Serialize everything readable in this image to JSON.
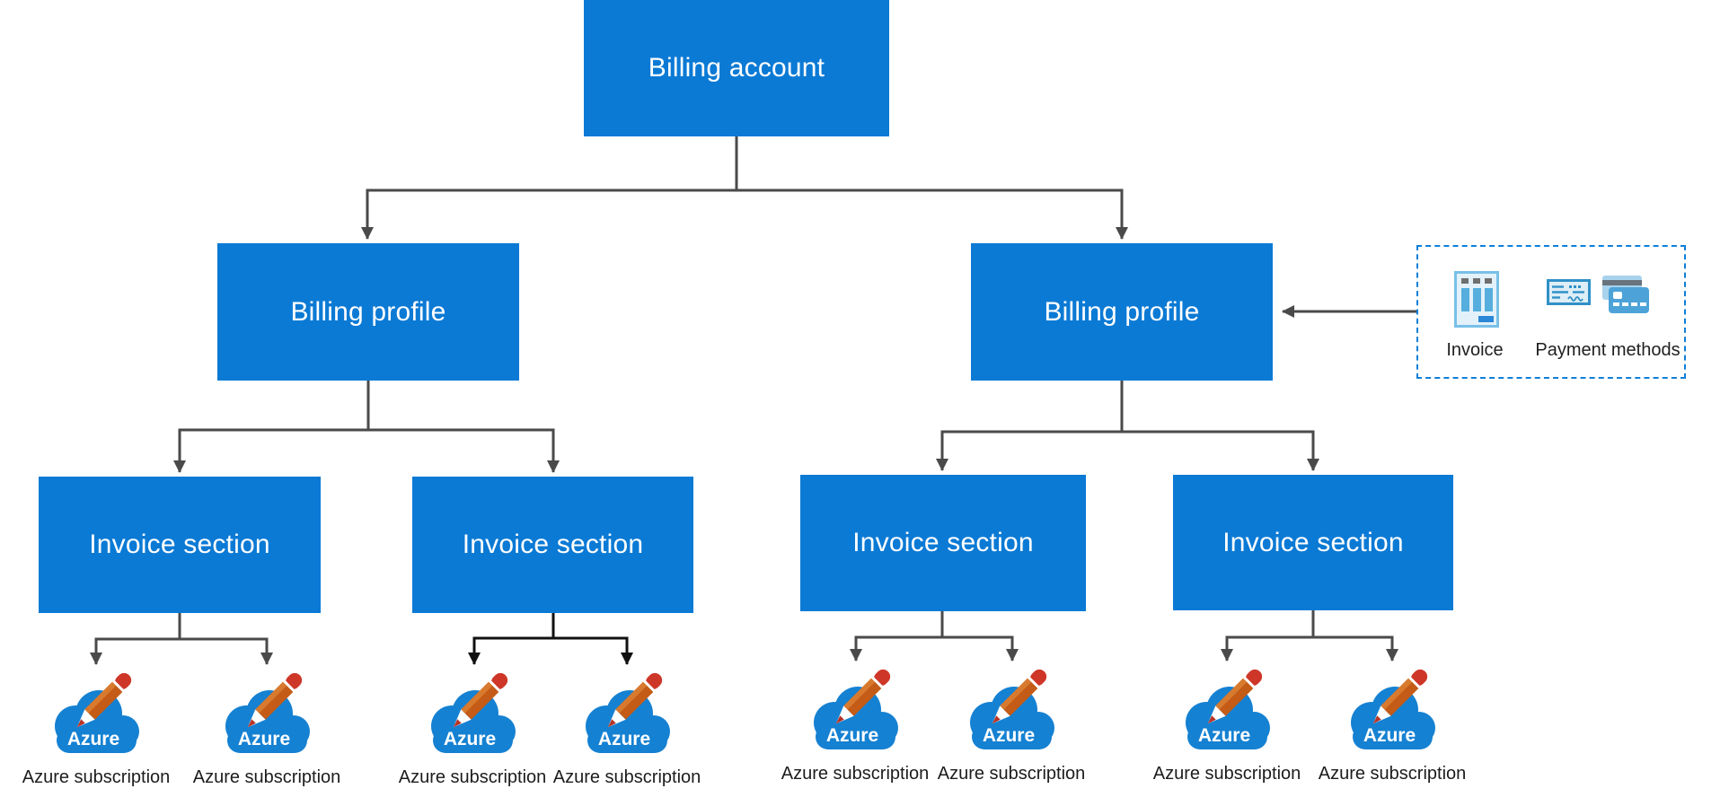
{
  "diagram": {
    "root": {
      "label": "Billing account"
    },
    "profiles": [
      {
        "label": "Billing profile"
      },
      {
        "label": "Billing profile"
      }
    ],
    "sections": [
      {
        "label": "Invoice section"
      },
      {
        "label": "Invoice section"
      },
      {
        "label": "Invoice section"
      },
      {
        "label": "Invoice section"
      }
    ],
    "subscriptions": [
      {
        "label": "Azure subscription"
      },
      {
        "label": "Azure subscription"
      },
      {
        "label": "Azure subscription"
      },
      {
        "label": "Azure subscription"
      },
      {
        "label": "Azure subscription"
      },
      {
        "label": "Azure subscription"
      },
      {
        "label": "Azure subscription"
      },
      {
        "label": "Azure subscription"
      }
    ],
    "azure_logo_text": "Azure",
    "legend": {
      "invoice_label": "Invoice",
      "payment_methods_label": "Payment methods"
    },
    "colors": {
      "box_blue": "#0b7ad5",
      "connector_gray": "#4a4a4a",
      "connector_black": "#111111",
      "legend_border_blue": "#0f7fd7",
      "cloud_blue": "#1581d2",
      "pencil_orange": "#c45b16",
      "pencil_cap_red": "#ce3728",
      "icon_light_blue": "#55aedd",
      "icon_fill_blue": "#e3f1fa"
    }
  }
}
